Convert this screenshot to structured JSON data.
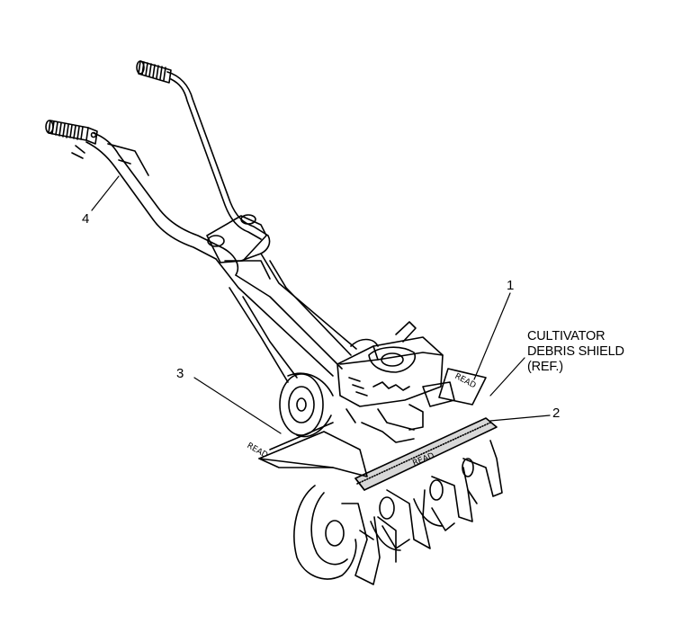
{
  "diagram": {
    "callouts": [
      {
        "id": "1",
        "label": "1"
      },
      {
        "id": "2",
        "label": "2"
      },
      {
        "id": "3",
        "label": "3"
      },
      {
        "id": "4",
        "label": "4"
      }
    ],
    "reference_label": {
      "line1": "CULTIVATOR",
      "line2": "DEBRIS SHIELD",
      "line3": "(REF.)"
    },
    "decal_text": "READ",
    "ink_color": "#000000",
    "paper_color": "#ffffff"
  }
}
